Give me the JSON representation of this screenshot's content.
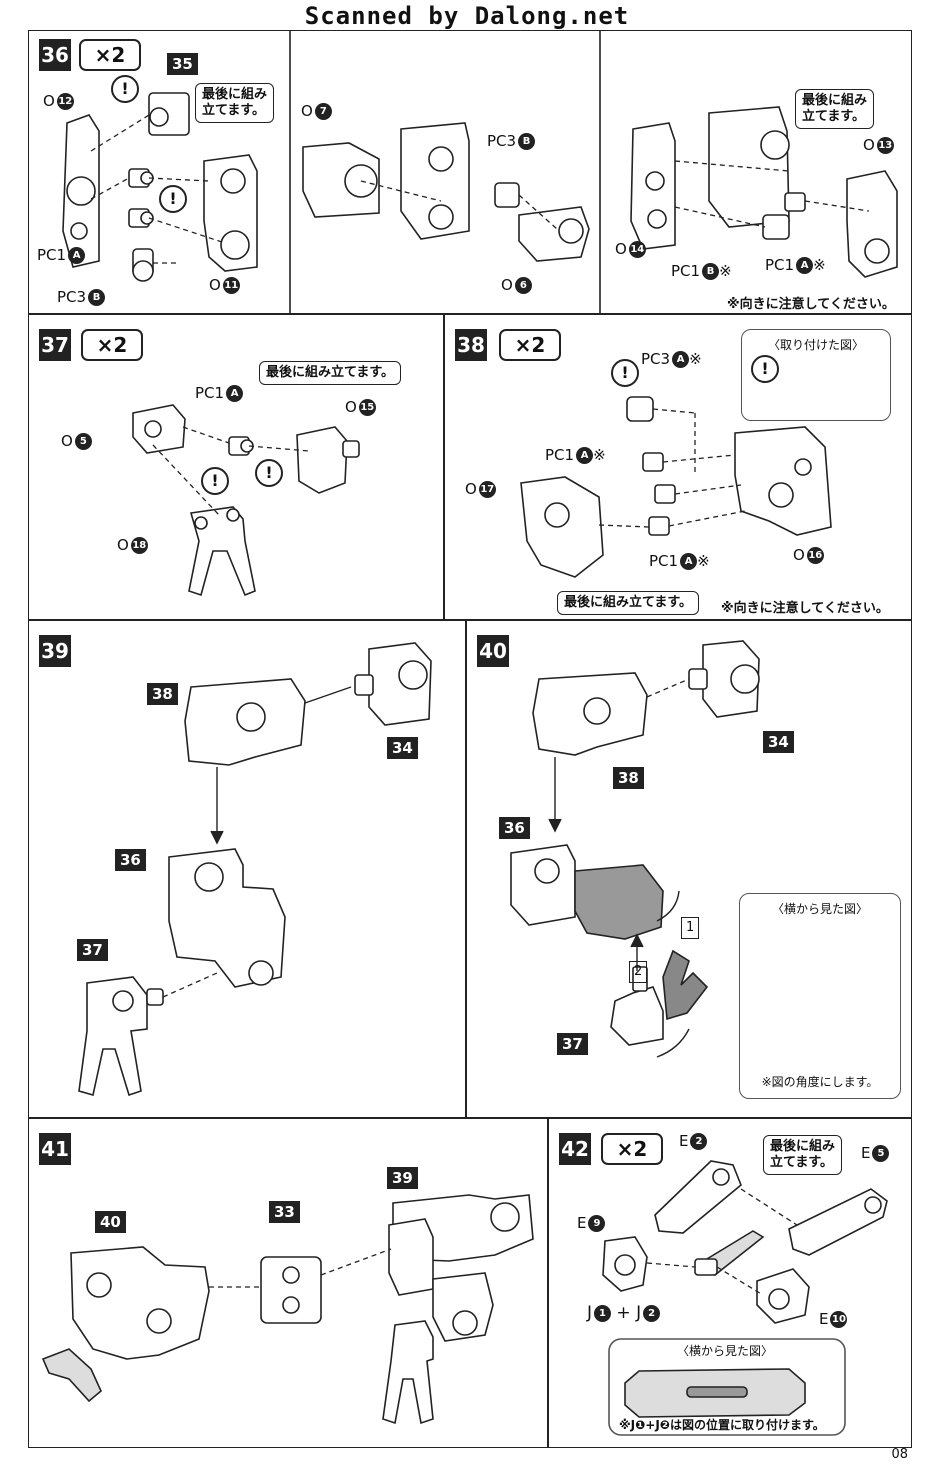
{
  "header": "Scanned by Dalong.net",
  "page_number": "08",
  "steps": {
    "s36": {
      "num": "36",
      "mult": "×2",
      "bubble1": "最後に組み\n立てます。",
      "bubble2": "最後に組み\n立てます。",
      "note": "※向きに注意してください。",
      "labels": {
        "o12": "O",
        "o11": "O",
        "o7": "O",
        "o6": "O",
        "o13": "O",
        "o14": "O",
        "pc1a": "PC1",
        "pc3b": "PC3",
        "pc3b2": "PC3",
        "pc1b": "PC1",
        "pc1a2": "PC1"
      },
      "circles": {
        "o12": "12",
        "o11": "11",
        "o7": "7",
        "o6": "6",
        "o13": "13",
        "o14": "14",
        "pc1a": "A",
        "pc3b": "B",
        "pc3b2": "B",
        "pc1b": "B",
        "pc1a2": "A"
      },
      "marks": {
        "pc1b": "※",
        "pc1a2": "※"
      },
      "tag35": "35"
    },
    "s37": {
      "num": "37",
      "mult": "×2",
      "bubble": "最後に組み立てます。",
      "labels": {
        "o5": "O",
        "o15": "O",
        "o18": "O",
        "pc1a": "PC1"
      },
      "circles": {
        "o5": "5",
        "o15": "15",
        "o18": "18",
        "pc1a": "A"
      }
    },
    "s38": {
      "num": "38",
      "mult": "×2",
      "inset_title": "〈取り付けた図〉",
      "bubble": "最後に組み立てます。",
      "note": "※向きに注意してください。",
      "labels": {
        "pc3a": "PC3",
        "pc1a": "PC1",
        "pc1a2": "PC1",
        "o17": "O",
        "o16": "O"
      },
      "circles": {
        "pc3a": "A",
        "pc1a": "A",
        "pc1a2": "A",
        "o17": "17",
        "o16": "16"
      },
      "marks": {
        "pc3a": "※",
        "pc1a": "※",
        "pc1a2": "※"
      }
    },
    "s39": {
      "num": "39",
      "tags": [
        "38",
        "34",
        "36",
        "37"
      ]
    },
    "s40": {
      "num": "40",
      "tags": [
        "34",
        "38",
        "36",
        "37"
      ],
      "arrow1": "1",
      "arrow2": "2",
      "inset_title": "〈横から見た図〉",
      "inset_note": "※図の角度にします。"
    },
    "s41": {
      "num": "41",
      "tags": [
        "40",
        "33",
        "39"
      ]
    },
    "s42": {
      "num": "42",
      "mult": "×2",
      "bubble": "最後に組み\n立てます。",
      "labels": {
        "e2": "E",
        "e5": "E",
        "e9": "E",
        "e10": "E",
        "j1": "J",
        "j2": "J",
        "plus": "+"
      },
      "circles": {
        "e2": "2",
        "e5": "5",
        "e9": "9",
        "e10": "10",
        "j1": "1",
        "j2": "2"
      },
      "inset_title": "〈横から見た図〉",
      "inset_note": "※J❶+J❷は図の位置に取り付けます。"
    }
  }
}
